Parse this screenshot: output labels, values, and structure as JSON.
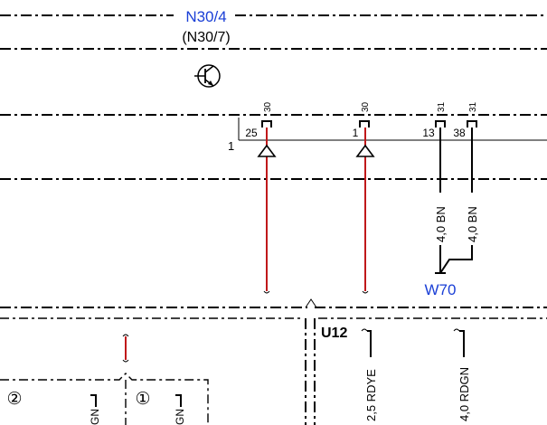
{
  "components": {
    "main_module": "N30/4",
    "alt_module": "(N30/7)",
    "harness": "U12",
    "ground_point": "W70"
  },
  "connector": {
    "label": "1",
    "pins": [
      {
        "pin": "25",
        "terminal": "30"
      },
      {
        "pin": "1",
        "terminal": "30"
      },
      {
        "pin": "13",
        "terminal": "31"
      },
      {
        "pin": "38",
        "terminal": "31"
      }
    ]
  },
  "wires": {
    "ground_1": "4,0 BN",
    "ground_2": "4,0 BN",
    "lower_1": "2,5 RDYE",
    "lower_2": "4,0 RDGN"
  },
  "lower_left": {
    "ref_2": "②",
    "ref_1": "①",
    "wire_a": "GN",
    "wire_b": "GN"
  },
  "colors": {
    "component_label": "#1a3fd6",
    "power_wire": "#c0181a",
    "ground_wire": "#000000"
  }
}
